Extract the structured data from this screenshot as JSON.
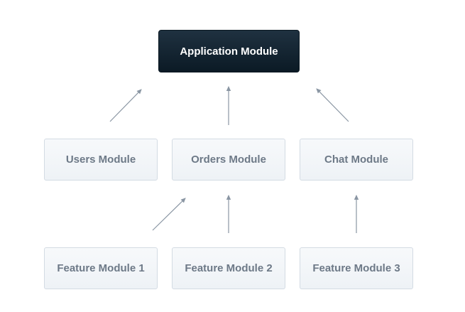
{
  "diagram": {
    "root": {
      "id": "app",
      "label": "Application Module"
    },
    "middle": [
      {
        "id": "users",
        "label": "Users Module"
      },
      {
        "id": "orders",
        "label": "Orders Module"
      },
      {
        "id": "chat",
        "label": "Chat Module"
      }
    ],
    "bottom": [
      {
        "id": "feature1",
        "label": "Feature Module 1"
      },
      {
        "id": "feature2",
        "label": "Feature Module 2"
      },
      {
        "id": "feature3",
        "label": "Feature Module 3"
      }
    ],
    "edges": [
      {
        "from": "users",
        "to": "app"
      },
      {
        "from": "orders",
        "to": "app"
      },
      {
        "from": "chat",
        "to": "app"
      },
      {
        "from": "feature1",
        "to": "orders"
      },
      {
        "from": "feature2",
        "to": "orders"
      },
      {
        "from": "feature3",
        "to": "chat"
      }
    ],
    "colors": {
      "root_fill": "#0f202c",
      "node_fill": "#f2f5f8",
      "node_border": "#d3dbe3",
      "node_text": "#6d7987",
      "arrow": "#8a96a3"
    }
  }
}
